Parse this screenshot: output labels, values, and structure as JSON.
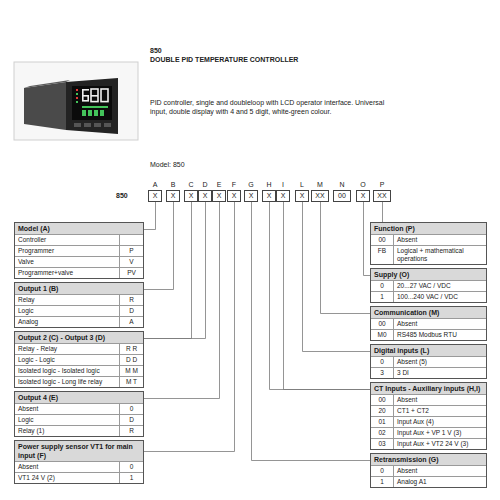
{
  "diagram": {
    "title": "850",
    "nodes": [
      {
        "text": [
          "A",
          "X"
        ]
      },
      {
        "text": [
          "B",
          "X"
        ]
      },
      {
        "text": [
          "C",
          "X"
        ]
      },
      {
        "text": [
          "D",
          "X"
        ]
      },
      {
        "text": [
          "E",
          "X"
        ]
      },
      {
        "text": [
          "F",
          "X"
        ]
      },
      {
        "text": [
          "G",
          "X"
        ]
      },
      {
        "text": [
          "H",
          "X"
        ]
      },
      {
        "text": [
          "I",
          "X"
        ]
      },
      {
        "text": [
          "L",
          "X"
        ]
      },
      {
        "text": [
          "M",
          "XX"
        ]
      },
      {
        "text": [
          "N",
          "00"
        ]
      },
      {
        "text": [
          "O",
          "X"
        ]
      },
      {
        "text": [
          "P",
          "XX"
        ]
      },
      {
        "text": [
          "Model (A)"
        ]
      },
      {
        "text": [
          "Controller"
        ],
        "in": 14
      },
      {
        "text": [
          "Programmer",
          "P"
        ],
        "in": 14
      },
      {
        "text": [
          "Valve",
          "V"
        ],
        "in": 14
      },
      {
        "text": [
          "Programmer+valve",
          "PV"
        ],
        "in": 14
      },
      {
        "text": [
          "Output 1 (B)"
        ]
      },
      {
        "text": [
          "Relay",
          "R"
        ],
        "in": 19
      },
      {
        "text": [
          "Logic",
          "D"
        ],
        "in": 19
      },
      {
        "text": [
          "Analog",
          "A"
        ],
        "in": 19
      },
      {
        "text": [
          "Output 2 (C) - Output 3 (D)"
        ]
      },
      {
        "text": [
          "Relay - Relay",
          "R R"
        ],
        "in": 23
      },
      {
        "text": [
          "Logic - Logic",
          "D D"
        ],
        "in": 23
      },
      {
        "text": [
          "Isolated logic - Isolated logic",
          "M M"
        ],
        "in": 23
      },
      {
        "text": [
          "Isolated logic - Long life relay",
          "M T"
        ],
        "in": 23
      },
      {
        "text": [
          "Output 4 (E)"
        ]
      },
      {
        "text": [
          "Absent",
          "0"
        ],
        "in": 28
      },
      {
        "text": [
          "Logic",
          "D"
        ],
        "in": 28
      },
      {
        "text": [
          "Relay (1)",
          "R"
        ],
        "in": 28
      },
      {
        "text": [
          "Power supply sensor VT1 for main input (F)"
        ]
      },
      {
        "text": [
          "Absent",
          "0"
        ],
        "in": 32
      },
      {
        "text": [
          "VT1 24 V (2)",
          "1"
        ],
        "in": 32
      },
      {
        "text": [
          "Function (P)"
        ]
      },
      {
        "text": [
          "00",
          "Absent"
        ],
        "in": 35
      },
      {
        "text": [
          "FB",
          "Logical + mathematical operations"
        ],
        "in": 35
      },
      {
        "text": [
          "Supply (O)"
        ]
      },
      {
        "text": [
          "0",
          "20...27 VAC / VDC"
        ],
        "in": 38
      },
      {
        "text": [
          "1",
          "100...240 VAC / VDC"
        ],
        "in": 38
      },
      {
        "text": [
          "Communication (M)"
        ]
      },
      {
        "text": [
          "00",
          "Absent"
        ],
        "in": 41
      },
      {
        "text": [
          "M0",
          "RS485 Modbus RTU"
        ],
        "in": 41
      },
      {
        "text": [
          "Digital inputs (L)"
        ]
      },
      {
        "text": [
          "0",
          "Absent (5)"
        ],
        "in": 44
      },
      {
        "text": [
          "3",
          "3 DI"
        ],
        "in": 44
      },
      {
        "text": [
          "CT Inputs - Auxiliary inputs (H,I)"
        ]
      },
      {
        "text": [
          "00",
          "Absent"
        ],
        "in": 47
      },
      {
        "text": [
          "20",
          "CT1 + CT2"
        ],
        "in": 47
      },
      {
        "text": [
          "01",
          "Input Aux (4)"
        ],
        "in": 47
      },
      {
        "text": [
          "02",
          "Input Aux + VP 1 V (3)"
        ],
        "in": 47
      },
      {
        "text": [
          "03",
          "Input Aux + VT2 24 V (3)"
        ],
        "in": 47
      },
      {
        "text": [
          "Retransmission (G)"
        ]
      },
      {
        "text": [
          "0",
          "Absent"
        ],
        "in": 53
      },
      {
        "text": [
          "1",
          "Analog A1"
        ],
        "in": 53
      }
    ],
    "edges": [
      {
        "from": 0,
        "to": 14,
        "arrow": "none"
      },
      {
        "from": 1,
        "to": 19,
        "arrow": "none"
      },
      {
        "from": 2,
        "to": 23,
        "arrow": "none"
      },
      {
        "from": 3,
        "to": 23,
        "arrow": "none"
      },
      {
        "from": 4,
        "to": 28,
        "arrow": "none"
      },
      {
        "from": 5,
        "to": 32,
        "arrow": "none"
      },
      {
        "from": 6,
        "to": 53,
        "arrow": "none"
      },
      {
        "from": 7,
        "to": 47,
        "arrow": "none"
      },
      {
        "from": 8,
        "to": 47,
        "arrow": "none"
      },
      {
        "from": 9,
        "to": 44,
        "arrow": "none"
      },
      {
        "from": 10,
        "to": 41,
        "arrow": "none"
      },
      {
        "from": 12,
        "to": 38,
        "arrow": "none"
      },
      {
        "from": 13,
        "to": 35,
        "arrow": "none"
      }
    ],
    "labels": [
      "DOUBLE PID TEMPERATURE CONTROLLER",
      "PID controller, single and doubleloop with LCD operator interface. Universal input, double display with 4 and 5 digit, white-green colour.",
      "Model: 850",
      "850"
    ]
  }
}
